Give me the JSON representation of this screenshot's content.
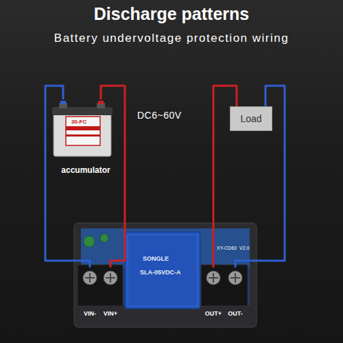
{
  "diagram": {
    "title": "Discharge patterns",
    "nodes": [
      {
        "text": [
          "accumulator"
        ]
      },
      {
        "text": [
          "Load"
        ]
      },
      {
        "text": [
          "XY-CD63",
          "V2.0"
        ]
      },
      {
        "text": [
          "VIN-"
        ],
        "in": 2
      },
      {
        "text": [
          "VIN+"
        ],
        "in": 2
      },
      {
        "text": [
          "OUT+"
        ],
        "in": 2
      },
      {
        "text": [
          "OUT-"
        ],
        "in": 2
      }
    ],
    "edges": [
      {
        "from": 0,
        "to": 3,
        "arrow": "none"
      },
      {
        "from": 0,
        "to": 4,
        "arrow": "none"
      },
      {
        "from": 5,
        "to": 1,
        "arrow": "none"
      },
      {
        "from": 6,
        "to": 1,
        "arrow": "none"
      }
    ],
    "labels": [
      "Battery undervoltage protection wiring",
      "DC6~60V",
      "30-FC",
      "SONGLE",
      "SLA-05VDC-A"
    ]
  }
}
